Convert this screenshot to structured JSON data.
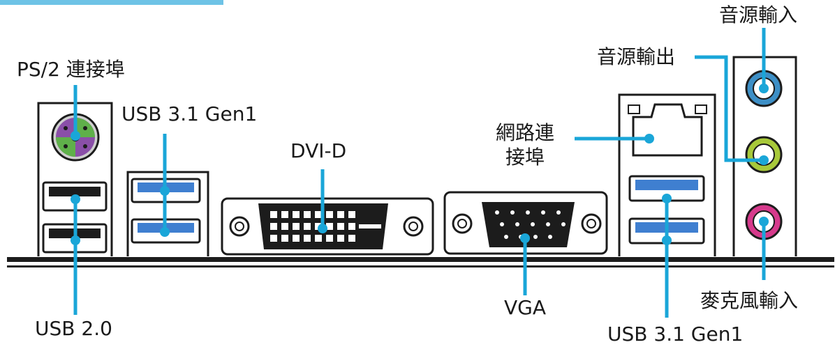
{
  "labels": {
    "ps2": "PS/2 連接埠",
    "usb31_top": "USB 3.1 Gen1",
    "dvi": "DVI-D",
    "network": "網路連\n接埠",
    "audio_out": "音源輸出",
    "audio_in": "音源輸入",
    "usb20": "USB 2.0",
    "vga": "VGA",
    "usb31_bottom": "USB 3.1 Gen1",
    "mic_in": "麥克風輸入"
  },
  "colors": {
    "callout": "#1aa6d8",
    "audio_in": "#3d8fc6",
    "audio_out": "#a8c93a",
    "mic_in": "#d63a8c",
    "usb3": "#3f7fd0",
    "ps2_purple": "#8a4fa8",
    "ps2_green": "#5fb04a"
  }
}
